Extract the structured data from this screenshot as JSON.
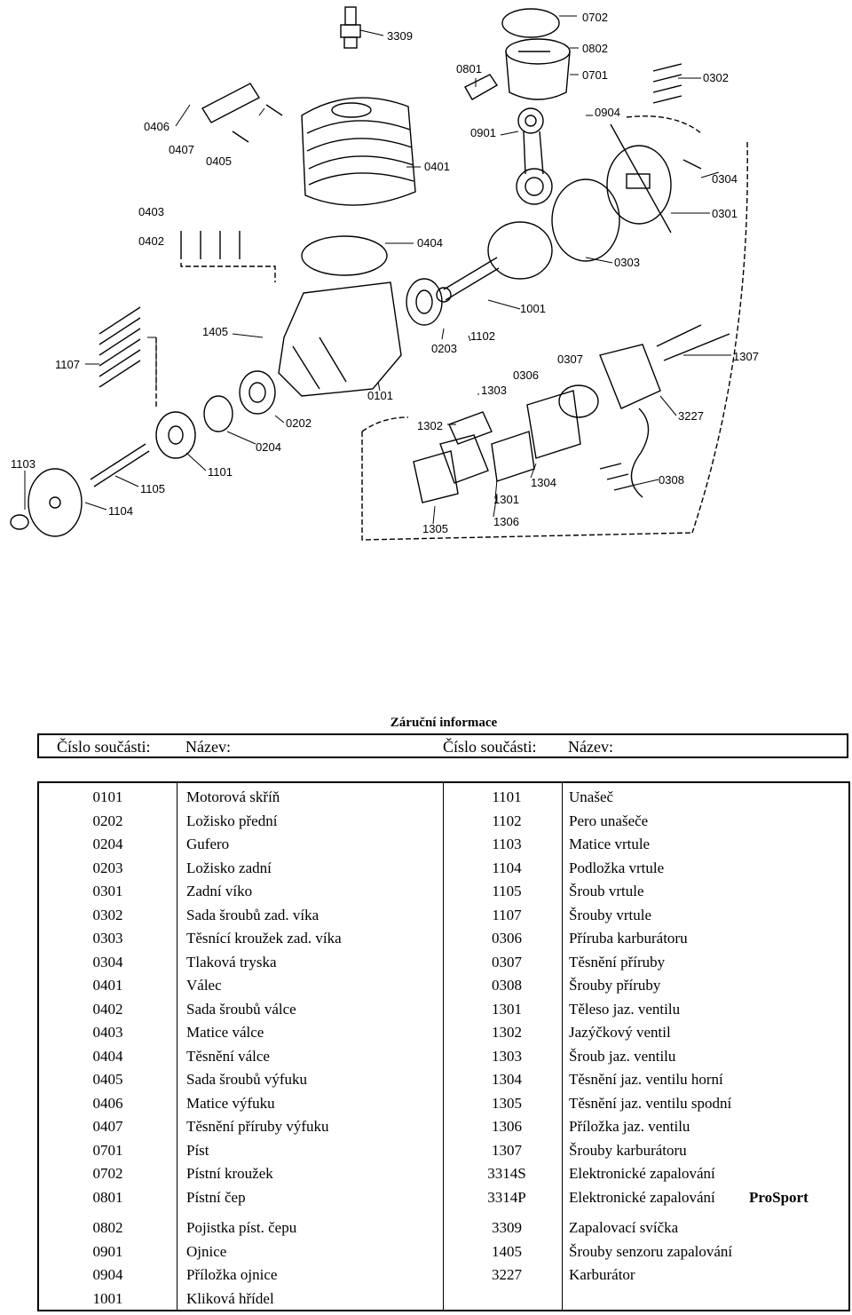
{
  "callouts": [
    "3309",
    "0702",
    "0802",
    "0701",
    "0801",
    "0904",
    "0302",
    "0901",
    "0406",
    "0407",
    "0405",
    "0401",
    "0304",
    "0403",
    "0301",
    "0402",
    "0404",
    "0303",
    "1001",
    "1405",
    "1102",
    "0203",
    "1107",
    "0307",
    "1307",
    "0306",
    "1303",
    "0101",
    "1302",
    "3227",
    "0202",
    "0204",
    "1101",
    "1304",
    "0308",
    "1103",
    "1105",
    "1104",
    "1301",
    "1306",
    "1305"
  ],
  "title": "Záruční informace",
  "header": {
    "col1": "Číslo součásti:",
    "col2": "Název:",
    "col3": "Číslo součásti:",
    "col4": "Název:"
  },
  "rows": [
    {
      "num1": "0101",
      "name1": "Motorová skříň",
      "num2": "1101",
      "name2": "Unašeč"
    },
    {
      "num1": "0202",
      "name1": "Ložisko přední",
      "num2": "1102",
      "name2": "Pero unašeče"
    },
    {
      "num1": "0204",
      "name1": "Gufero",
      "num2": "1103",
      "name2": "Matice vrtule"
    },
    {
      "num1": "0203",
      "name1": "Ložisko zadní",
      "num2": "1104",
      "name2": "Podložka vrtule"
    },
    {
      "num1": "0301",
      "name1": "Zadní víko",
      "num2": "1105",
      "name2": "Šroub vrtule"
    },
    {
      "num1": "0302",
      "name1": "Sada šroubů zad. víka",
      "num2": "1107",
      "name2": "Šrouby vrtule"
    },
    {
      "num1": "0303",
      "name1": "Těsnící kroužek zad. víka",
      "num2": "0306",
      "name2": "Příruba karburátoru"
    },
    {
      "num1": "0304",
      "name1": "Tlaková tryska",
      "num2": "0307",
      "name2": "Těsnění příruby"
    },
    {
      "num1": "0401",
      "name1": "Válec",
      "num2": "0308",
      "name2": "Šrouby příruby"
    },
    {
      "num1": "0402",
      "name1": "Sada šroubů válce",
      "num2": "1301",
      "name2": "Těleso jaz. ventilu"
    },
    {
      "num1": "0403",
      "name1": "Matice válce",
      "num2": "1302",
      "name2": "Jazýčkový ventil"
    },
    {
      "num1": "0404",
      "name1": "Těsnění válce",
      "num2": "1303",
      "name2": "Šroub jaz. ventilu"
    },
    {
      "num1": "0405",
      "name1": "Sada šroubů výfuku",
      "num2": "1304",
      "name2": "Těsnění jaz. ventilu horní"
    },
    {
      "num1": "0406",
      "name1": "Matice výfuku",
      "num2": "1305",
      "name2": "Těsnění jaz. ventilu spodní"
    },
    {
      "num1": "0407",
      "name1": "Těsnění příruby výfuku",
      "num2": "1306",
      "name2": "Příložka jaz. ventilu"
    },
    {
      "num1": "0701",
      "name1": "Píst",
      "num2": "1307",
      "name2": "Šrouby karburátoru"
    },
    {
      "num1": "0702",
      "name1": "Pístní kroužek",
      "num2": "3314S",
      "name2": "Elektronické zapalování"
    },
    {
      "num1": "0801",
      "name1": "Pístní čep",
      "num2": "3314P",
      "name2": "Elektronické zapalování",
      "name2_bold": "ProSport"
    },
    {
      "num1": "0802",
      "name1": "Pojistka píst. čepu",
      "num2": "3309",
      "name2": "Zapalovací svíčka"
    },
    {
      "num1": "0901",
      "name1": "Ojnice",
      "num2": "1405",
      "name2": "Šrouby senzoru zapalování"
    },
    {
      "num1": "0904",
      "name1": "Příložka ojnice",
      "num2": "3227",
      "name2": "Karburátor"
    },
    {
      "num1": "1001",
      "name1": "Kliková hřídel",
      "num2": "",
      "name2": ""
    }
  ]
}
